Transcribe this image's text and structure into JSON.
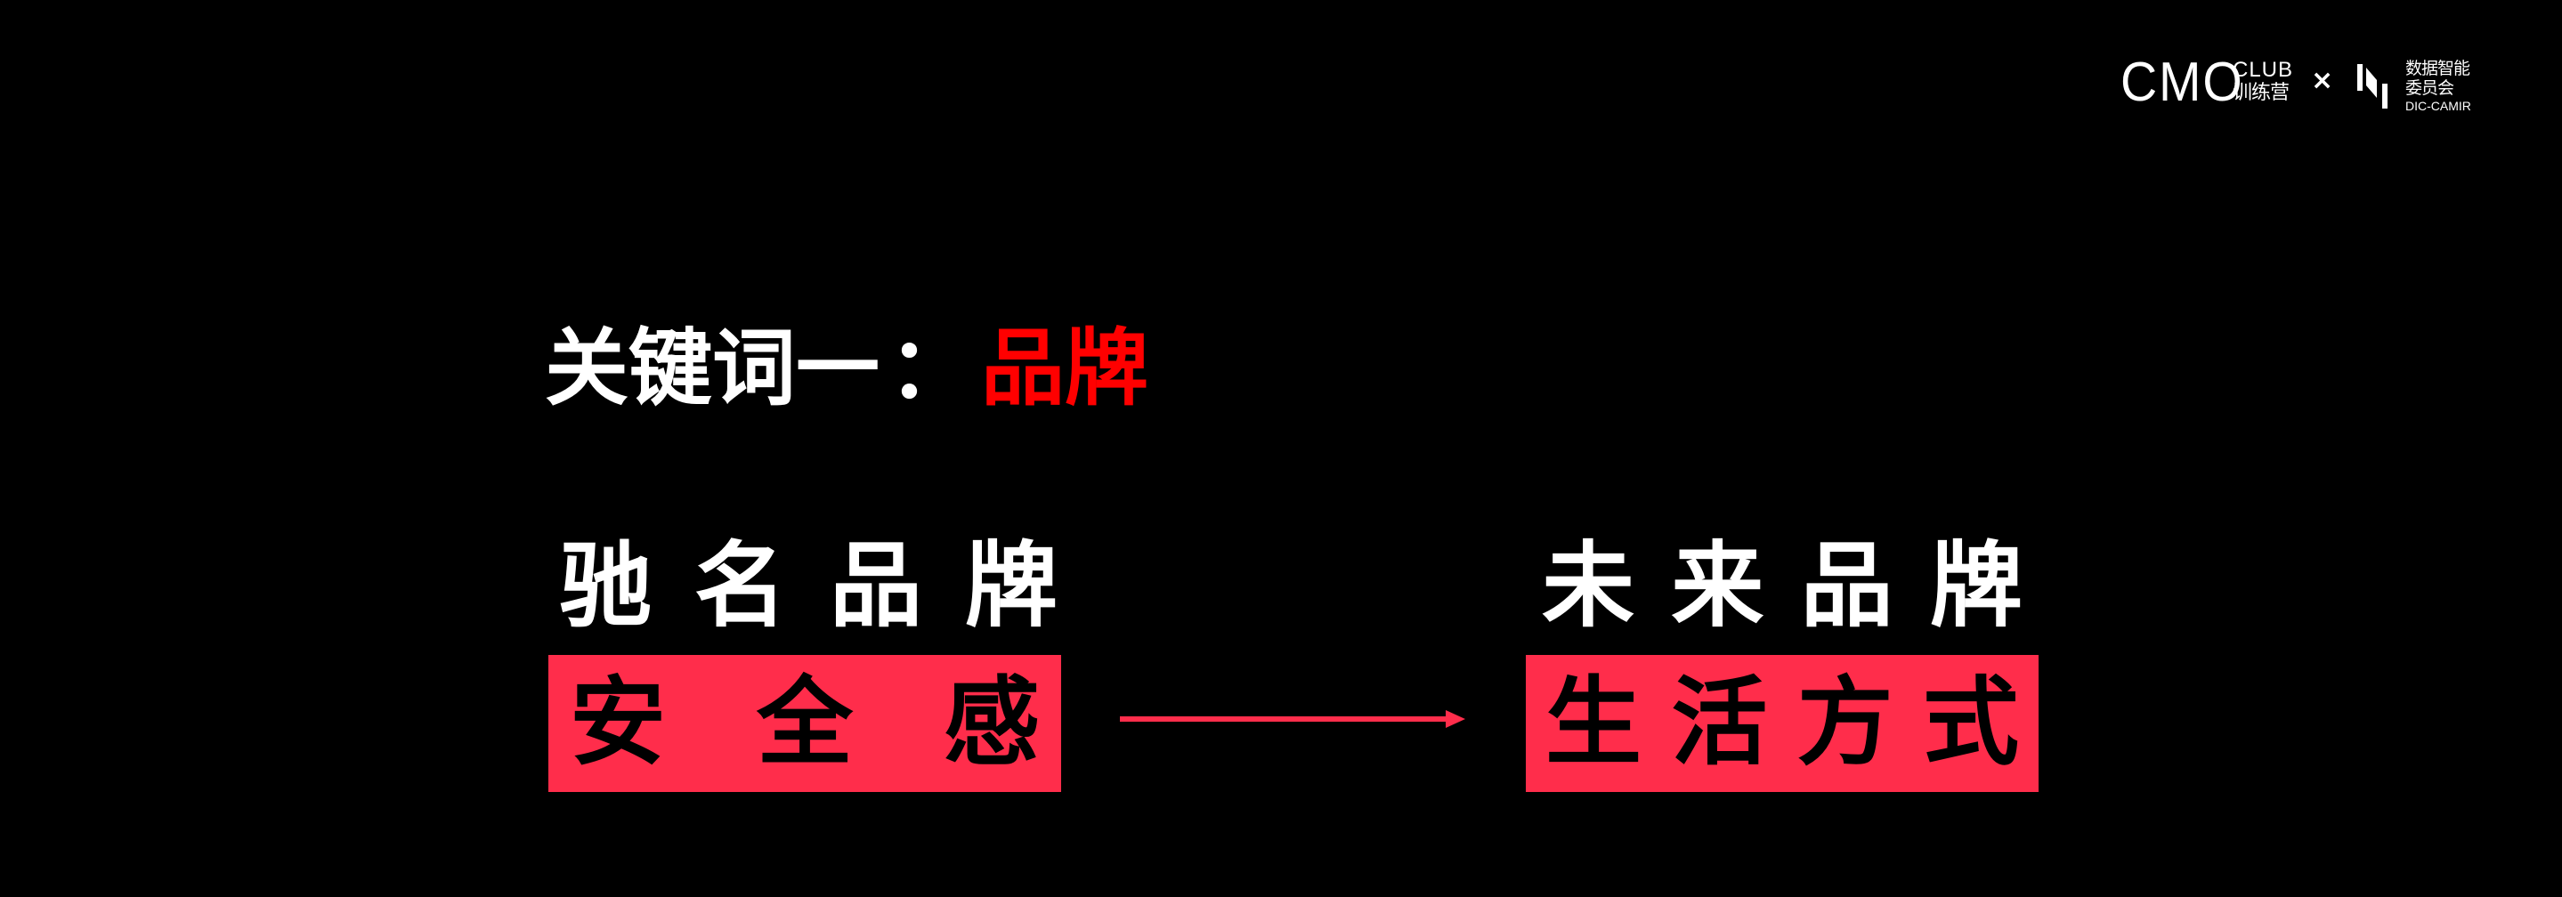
{
  "header": {
    "brand_primary": "CMO",
    "brand_club": "CLUB",
    "brand_camp": "训练营",
    "separator": "×",
    "partner_line1": "数据智能",
    "partner_line2": "委员会",
    "partner_code": "DIC-CAMIR"
  },
  "headline": {
    "lead": "关键词一",
    "colon": "：",
    "keyword": "品牌"
  },
  "left_column": {
    "title_chars": [
      "驰",
      "名",
      "品",
      "牌"
    ],
    "tag_chars": [
      "安",
      "全",
      "感"
    ]
  },
  "right_column": {
    "title_chars": [
      "未",
      "来",
      "品",
      "牌"
    ],
    "tag_chars": [
      "生",
      "活",
      "方",
      "式"
    ]
  },
  "colors": {
    "background": "#000000",
    "text": "#ffffff",
    "accent_red": "#ff0000",
    "tag_fill": "#ff2d4b",
    "arrow": "#ff2d4b"
  },
  "icons": {
    "separator": "times-icon",
    "partner_mark": "dic-logo-icon",
    "arrow": "arrow-right-icon"
  }
}
